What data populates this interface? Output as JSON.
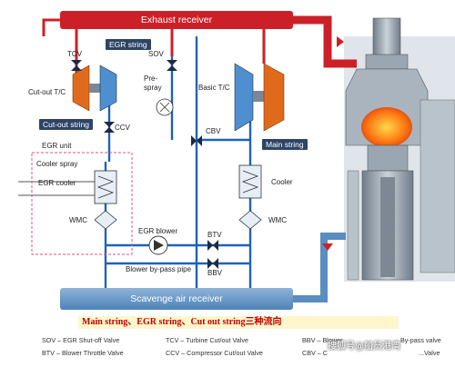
{
  "receivers": {
    "exhaust": "Exhaust receiver",
    "scavenge": "Scavenge air receiver"
  },
  "labels": {
    "tcv": "TCV",
    "sov": "SOV",
    "pre_spray": "Pre-\nspray",
    "cutout_tc": "Cut-out T/C",
    "ccv": "CCV",
    "basic_tc": "Basic T/C",
    "cbv": "CBV",
    "egr_unit": "EGR unit",
    "cooler_spray": "Cooler spray",
    "egr_cooler": "EGR cooler",
    "wmc_left": "WMC",
    "wmc_right": "WMC",
    "cooler": "Cooler",
    "egr_blower": "EGR blower",
    "btv": "BTV",
    "bbv": "BBV",
    "blower_bypass": "Blower by-pass pipe"
  },
  "boxes": {
    "egr_string": "EGR string",
    "cutout_string": "Cut-out string",
    "main_string": "Main string"
  },
  "caption": "Main string、EGR string、Cut out string三种流向",
  "legend": [
    "SOV – EGR Shut-off Valve",
    "BTV – Blower Throttle Valve",
    "TCV – Turbine Cut/out Valve",
    "CCV – Compressor Cut/out Valve",
    "BBV – Blower",
    "CBV – C",
    "By-pass valve",
    "...Valve"
  ],
  "watermark": "搜狐号@船员港湾",
  "colors": {
    "exhaust": "#cc2028",
    "scavenge": "#5a8dc0",
    "string_box": "#2d4466",
    "caption_text": "#c00000",
    "turbine": "#e06a1c"
  }
}
